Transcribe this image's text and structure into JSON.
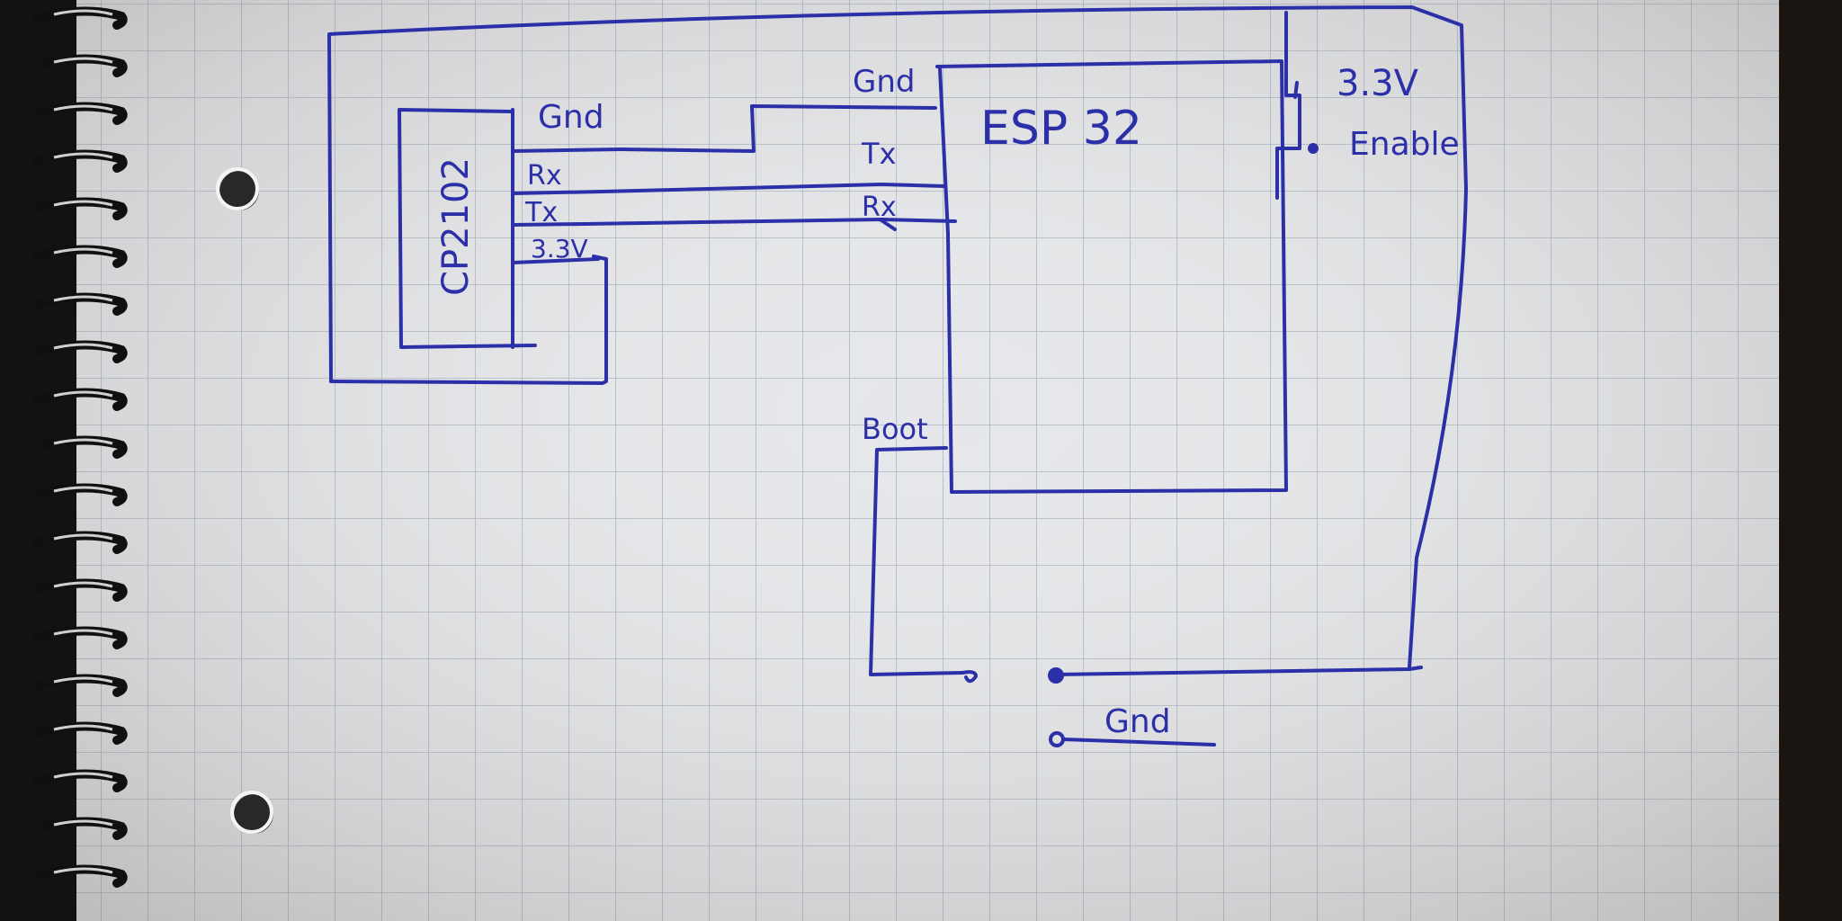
{
  "colors": {
    "ink": "#2b2fa8",
    "paper": "#e6e7ea",
    "grid": "#a9b3c2",
    "background": "#141210"
  },
  "labels": {
    "cp2102": {
      "chip_name": "CP2102",
      "gnd": "Gnd",
      "rx": "Rx",
      "tx": "Tx",
      "v33": "3.3V"
    },
    "esp32": {
      "chip_name": "ESP 32",
      "gnd": "Gnd",
      "tx": "Tx",
      "rx": "Rx",
      "boot": "Boot",
      "v33": "3.3V",
      "enable": "Enable"
    },
    "switch_gnd": "Gnd"
  }
}
